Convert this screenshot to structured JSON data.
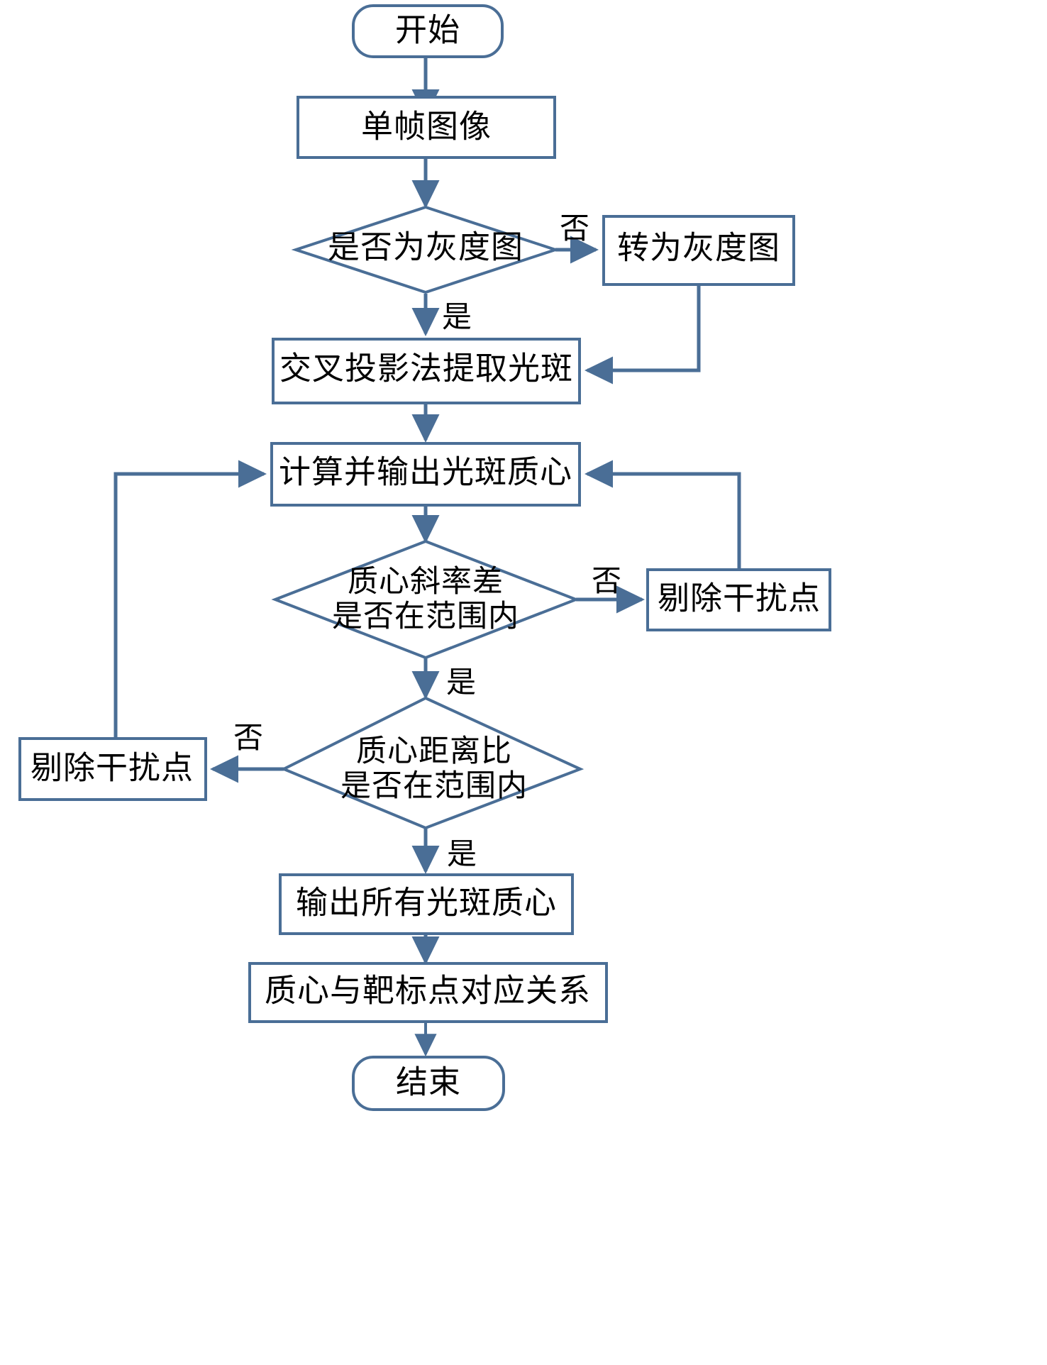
{
  "diagram": {
    "type": "flowchart",
    "orientation": "top-to-bottom",
    "accent_color": "#4A6E96",
    "background_color": "#FFFFFF",
    "text_color": "#000000",
    "nodes": [
      {
        "id": "start",
        "shape": "rounded-rectangle",
        "label": "开始"
      },
      {
        "id": "single_frame",
        "shape": "rectangle",
        "label": "单帧图像"
      },
      {
        "id": "is_gray",
        "shape": "diamond",
        "label": "是否为灰度图"
      },
      {
        "id": "to_gray",
        "shape": "rectangle",
        "label": "转为灰度图"
      },
      {
        "id": "cross_proj",
        "shape": "rectangle",
        "label": "交叉投影法提取光斑"
      },
      {
        "id": "calc_centroid",
        "shape": "rectangle",
        "label": "计算并输出光斑质心"
      },
      {
        "id": "slope_check",
        "shape": "diamond",
        "label_line1": "质心斜率差",
        "label_line2": "是否在范围内"
      },
      {
        "id": "remove_right",
        "shape": "rectangle",
        "label": "剔除干扰点"
      },
      {
        "id": "dist_check",
        "shape": "diamond",
        "label_line1": "质心距离比",
        "label_line2": "是否在范围内"
      },
      {
        "id": "remove_left",
        "shape": "rectangle",
        "label": "剔除干扰点"
      },
      {
        "id": "output_all",
        "shape": "rectangle",
        "label": "输出所有光斑质心"
      },
      {
        "id": "mapping",
        "shape": "rectangle",
        "label": "质心与靶标点对应关系"
      },
      {
        "id": "end",
        "shape": "rounded-rectangle",
        "label": "结束"
      }
    ],
    "edge_labels": {
      "is_gray_no": "否",
      "is_gray_yes": "是",
      "slope_no": "否",
      "slope_yes": "是",
      "dist_no": "否",
      "dist_yes": "是"
    }
  }
}
